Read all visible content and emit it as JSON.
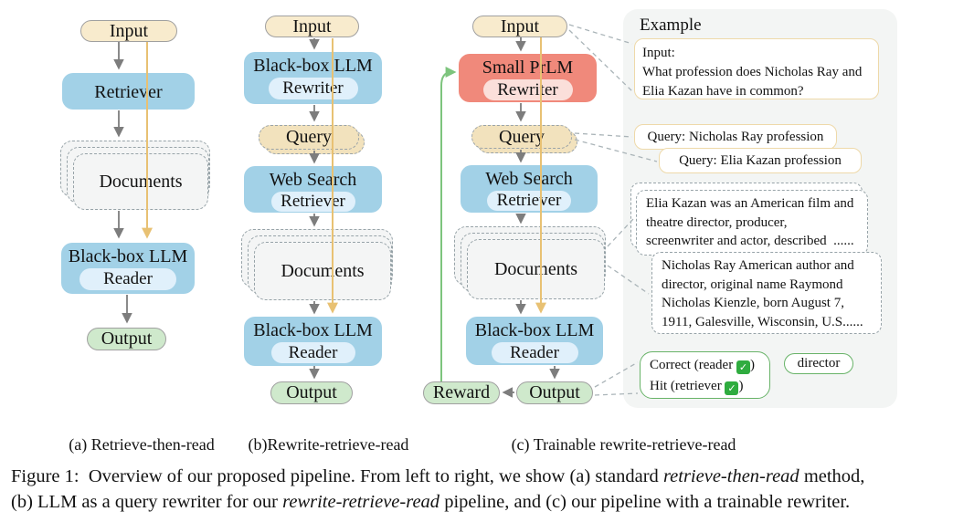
{
  "colors": {
    "node_blue": "#a2d1e7",
    "node_blue_inner": "#e0f0fb",
    "node_salmon": "#f0897b",
    "node_salmon_inner": "#fbdfda",
    "node_cream": "#f8ebcd",
    "node_query_tan": "#f2e2bd",
    "node_green": "#cfe9cc",
    "documents_gray": "#f4f5f5",
    "panel_gray": "#f3f5f4",
    "arrow_gray": "#7d7d7d",
    "arrow_yellow": "#e8c173",
    "arrow_green": "#7dc47d",
    "example_border_tan": "#eed9a9",
    "example_border_green": "#68b368",
    "check_green": "#2fac3f"
  },
  "diagram_a": {
    "input": "Input",
    "retriever": "Retriever",
    "documents": "Documents",
    "reader_title": "Black-box LLM",
    "reader_sub": "Reader",
    "output": "Output",
    "caption": "(a) Retrieve-then-read"
  },
  "diagram_b": {
    "input": "Input",
    "rewriter_title": "Black-box LLM",
    "rewriter_sub": "Rewriter",
    "query": "Query",
    "retriever_title": "Web Search",
    "retriever_sub": "Retriever",
    "documents": "Documents",
    "reader_title": "Black-box LLM",
    "reader_sub": "Reader",
    "output": "Output",
    "caption": "(b)Rewrite-retrieve-read"
  },
  "diagram_c": {
    "input": "Input",
    "rewriter_title": "Small PrLM",
    "rewriter_sub": "Rewriter",
    "query": "Query",
    "retriever_title": "Web Search",
    "retriever_sub": "Retriever",
    "documents": "Documents",
    "reader_title": "Black-box LLM",
    "reader_sub": "Reader",
    "output": "Output",
    "reward": "Reward",
    "caption": "(c) Trainable rewrite-retrieve-read"
  },
  "example": {
    "title": "Example",
    "input_box": {
      "line1": "Input:",
      "line2": "What profession does Nicholas Ray and",
      "line3": "Elia Kazan have in common?"
    },
    "query_box_1": "Query: Nicholas Ray profession",
    "query_box_2": "Query: Elia Kazan profession",
    "doc_box_1": {
      "line1": "Elia Kazan was an American film and",
      "line2": "theatre director, producer,",
      "line3": "screenwriter and actor, described  ......"
    },
    "doc_box_2": {
      "line1": "Nicholas Ray American author and",
      "line2": "director, original name Raymond",
      "line3": "Nicholas Kienzle, born August 7,",
      "line4": "1911, Galesville, Wisconsin, U.S......"
    },
    "result_box": {
      "line1_pre": "Correct (reader ",
      "line1_post": ")",
      "line2_pre": "Hit (retriever ",
      "line2_post": ")",
      "check_glyph": "✓"
    },
    "answer_box": "director"
  },
  "caption": {
    "line1_pre": "Figure 1:  Overview of our proposed pipeline. From left to right, we show (a) standard ",
    "line1_italic": "retrieve-then-read",
    "line1_post": " method,",
    "line2_pre": "(b) LLM as a query rewriter for our ",
    "line2_italic": "rewrite-retrieve-read",
    "line2_post": " pipeline, and (c) our pipeline with a trainable rewriter."
  }
}
